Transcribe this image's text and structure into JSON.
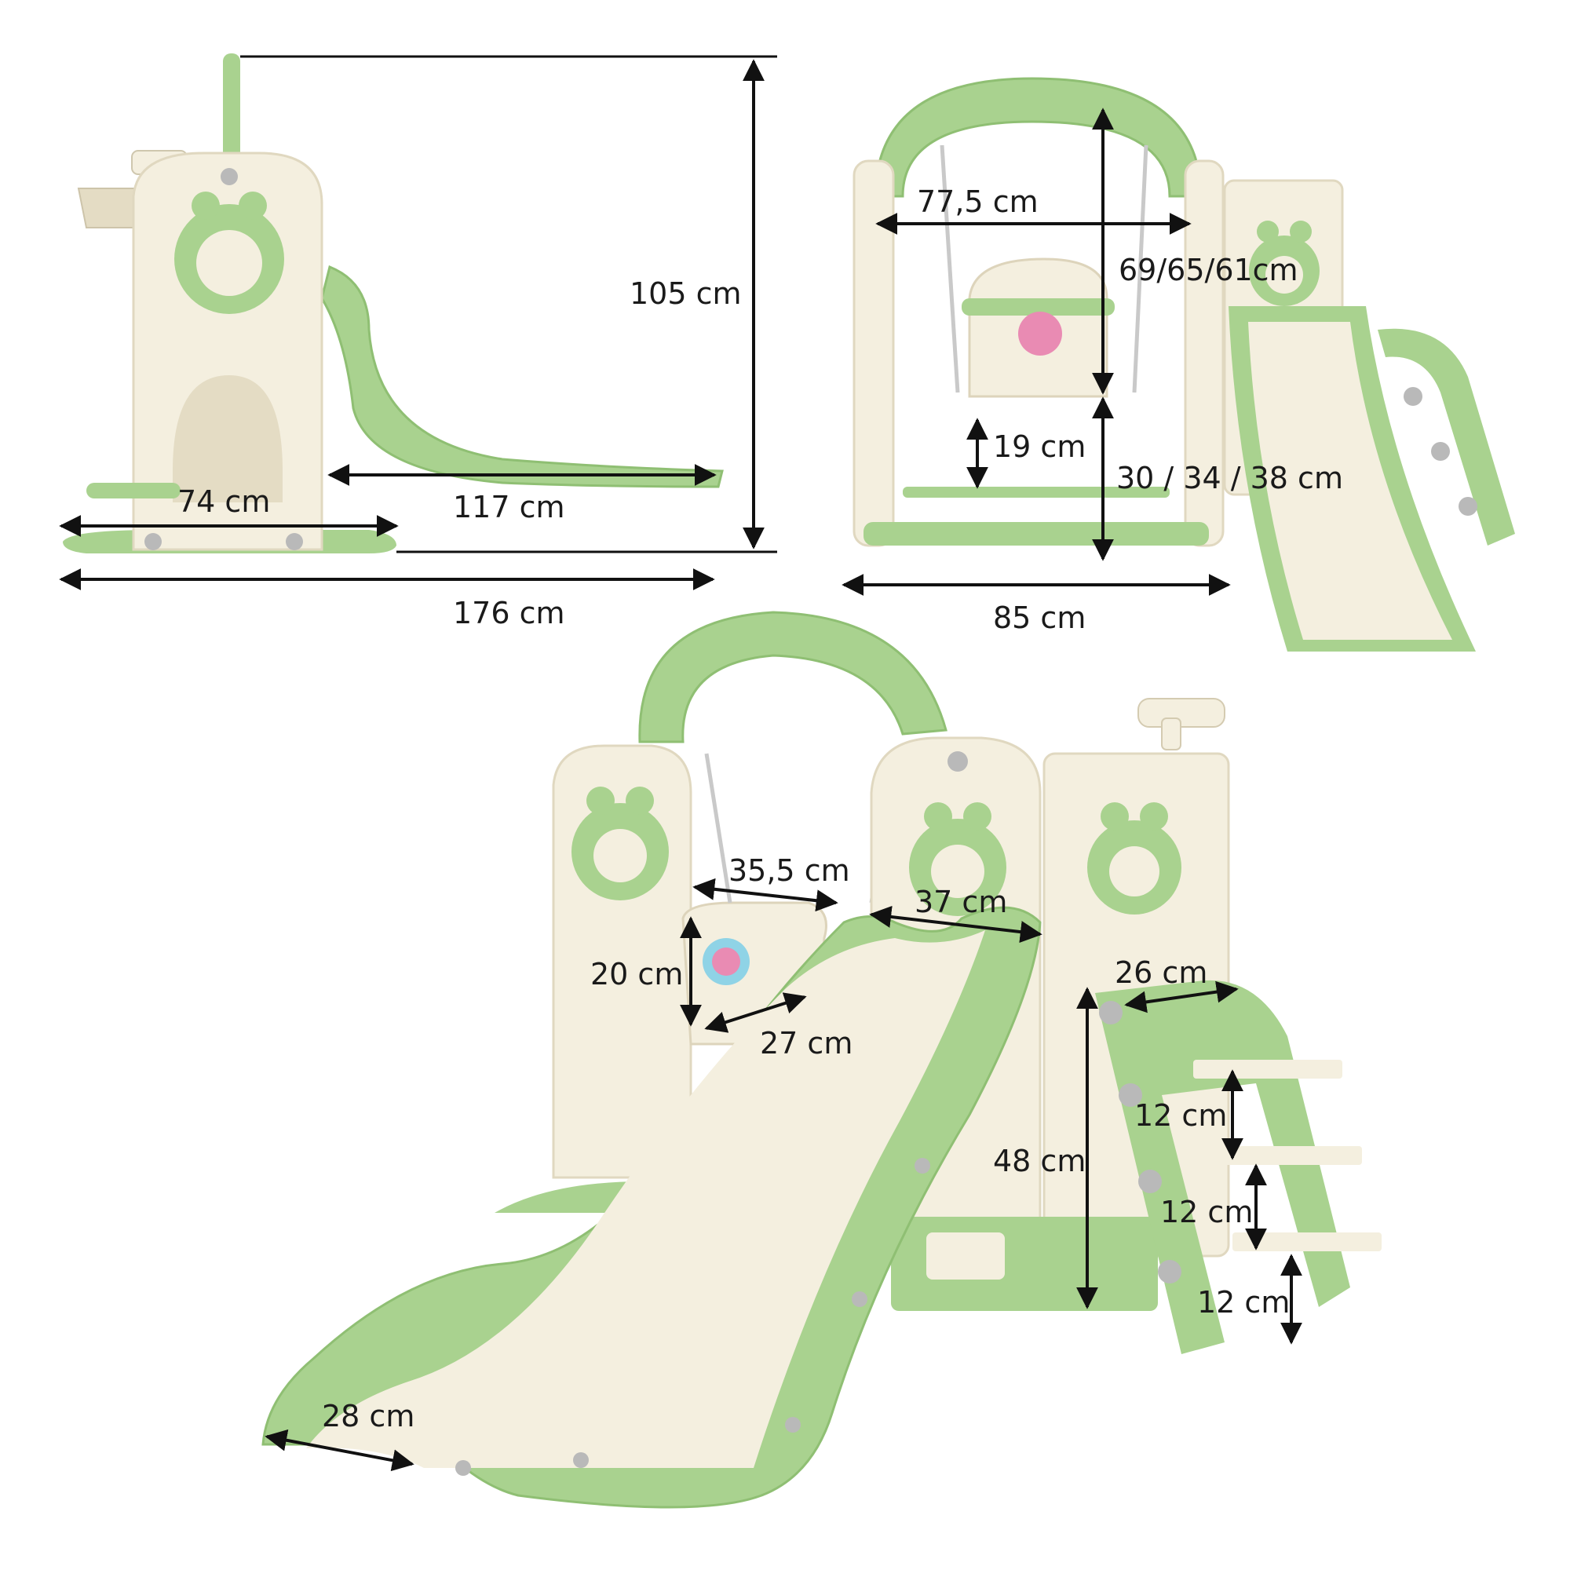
{
  "colors": {
    "green": "#a9d28f",
    "green_dark": "#8fbf73",
    "cream": "#f4efdf",
    "cream_dark": "#e4dcc4",
    "grey": "#b9b9b9",
    "pink": "#e98bb3",
    "blue": "#8fd3e6",
    "line": "#111111"
  },
  "dimensions": {
    "side_height": "105 cm",
    "side_slide_length": "117 cm",
    "side_base_depth": "74 cm",
    "side_total_length": "176 cm",
    "front_swing_inner_width": "77,5 cm",
    "front_swing_height": "69/65/61cm",
    "front_seat_back": "19 cm",
    "front_seat_height": "30 / 34 / 38 cm",
    "front_frame_width": "85 cm",
    "persp_seat_width": "35,5 cm",
    "persp_slide_top_width": "37 cm",
    "persp_seat_back_height": "20 cm",
    "persp_seat_depth": "27 cm",
    "persp_stair_width": "26 cm",
    "persp_platform_height": "48 cm",
    "persp_step_1": "12 cm",
    "persp_step_2": "12 cm",
    "persp_step_3": "12 cm",
    "persp_slide_bottom_width": "28 cm"
  }
}
